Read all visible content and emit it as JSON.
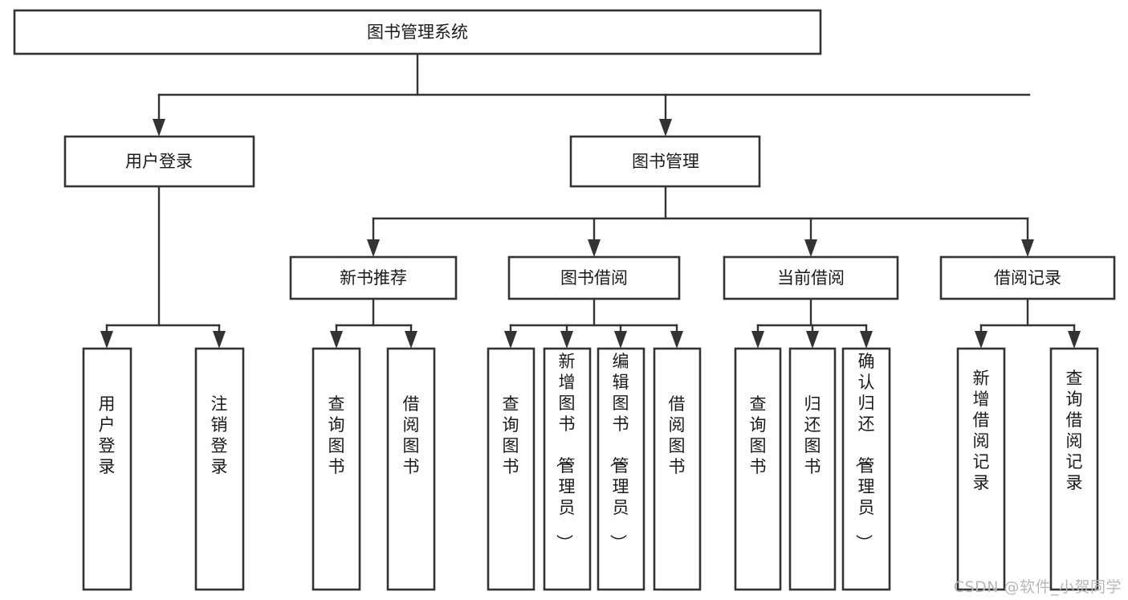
{
  "diagram": {
    "title": "图书管理系统",
    "type": "tree-hierarchy-diagram",
    "colors": {
      "box_fill": "#ffffff",
      "box_stroke": "#333333",
      "text": "#1a1a1a",
      "watermark": "#b8b8b8",
      "background": "#ffffff"
    },
    "root": {
      "label": "图书管理系统"
    },
    "level2": [
      {
        "label": "用户登录"
      },
      {
        "label": "图书管理"
      }
    ],
    "level3": [
      {
        "label": "新书推荐"
      },
      {
        "label": "图书借阅"
      },
      {
        "label": "当前借阅"
      },
      {
        "label": "借阅记录"
      }
    ],
    "leaves": {
      "user_login": [
        {
          "label": "用户登录"
        },
        {
          "label": "注销登录"
        }
      ],
      "new_book_recommend": [
        {
          "label": "查询图书"
        },
        {
          "label": "借阅图书"
        }
      ],
      "book_borrow": [
        {
          "label": "查询图书"
        },
        {
          "label": "新增图书（管理员）"
        },
        {
          "label": "编辑图书（管理员）"
        },
        {
          "label": "借阅图书"
        }
      ],
      "current_borrow": [
        {
          "label": "查询图书"
        },
        {
          "label": "归还图书"
        },
        {
          "label": "确认归还（管理员）"
        }
      ],
      "borrow_record": [
        {
          "label": "新增借阅记录"
        },
        {
          "label": "查询借阅记录"
        }
      ]
    }
  },
  "watermark": {
    "text": "CSDN @软件_小贺同学"
  }
}
